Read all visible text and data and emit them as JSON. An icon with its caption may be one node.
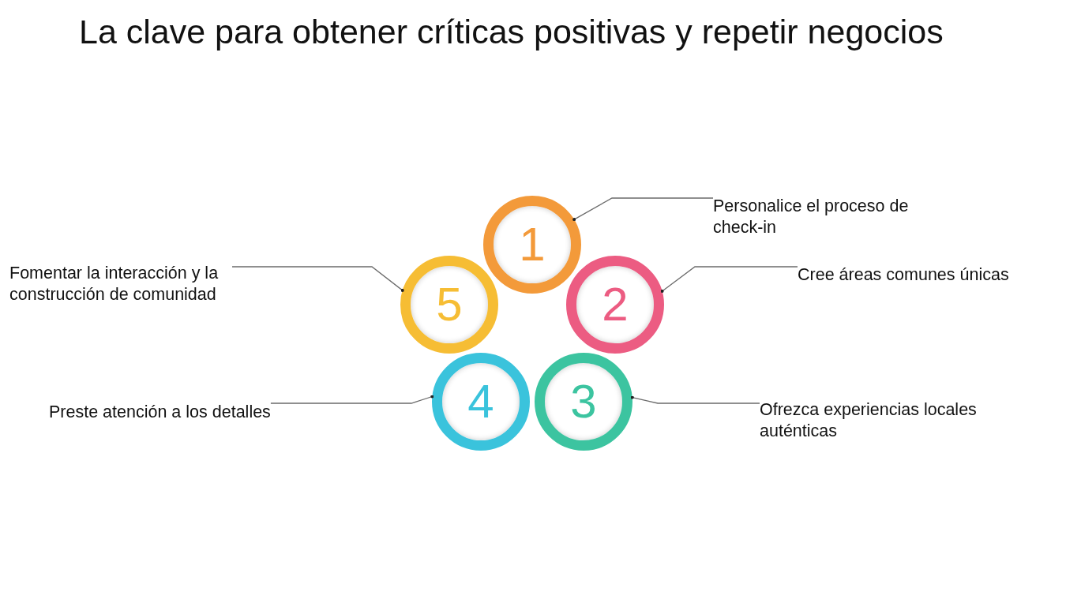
{
  "diagram": {
    "title": "La clave para obtener críticas positivas y repetir negocios",
    "nodes": [
      {
        "text": [
          "1"
        ]
      },
      {
        "text": [
          "Personalice el proceso de check-in"
        ]
      },
      {
        "text": [
          "2"
        ]
      },
      {
        "text": [
          "Cree áreas comunes únicas"
        ]
      },
      {
        "text": [
          "3"
        ]
      },
      {
        "text": [
          "Ofrezca experiencias locales auténticas"
        ]
      },
      {
        "text": [
          "4"
        ]
      },
      {
        "text": [
          "Preste atención a los detalles"
        ]
      },
      {
        "text": [
          "5"
        ]
      },
      {
        "text": [
          "Fomentar la interacción y la construcción de comunidad"
        ]
      }
    ],
    "edges": [
      {
        "from": 1,
        "to": 0,
        "arrow": "other"
      },
      {
        "from": 3,
        "to": 2,
        "arrow": "other"
      },
      {
        "from": 5,
        "to": 4,
        "arrow": "other"
      },
      {
        "from": 7,
        "to": 6,
        "arrow": "other"
      },
      {
        "from": 9,
        "to": 8,
        "arrow": "other"
      }
    ]
  }
}
